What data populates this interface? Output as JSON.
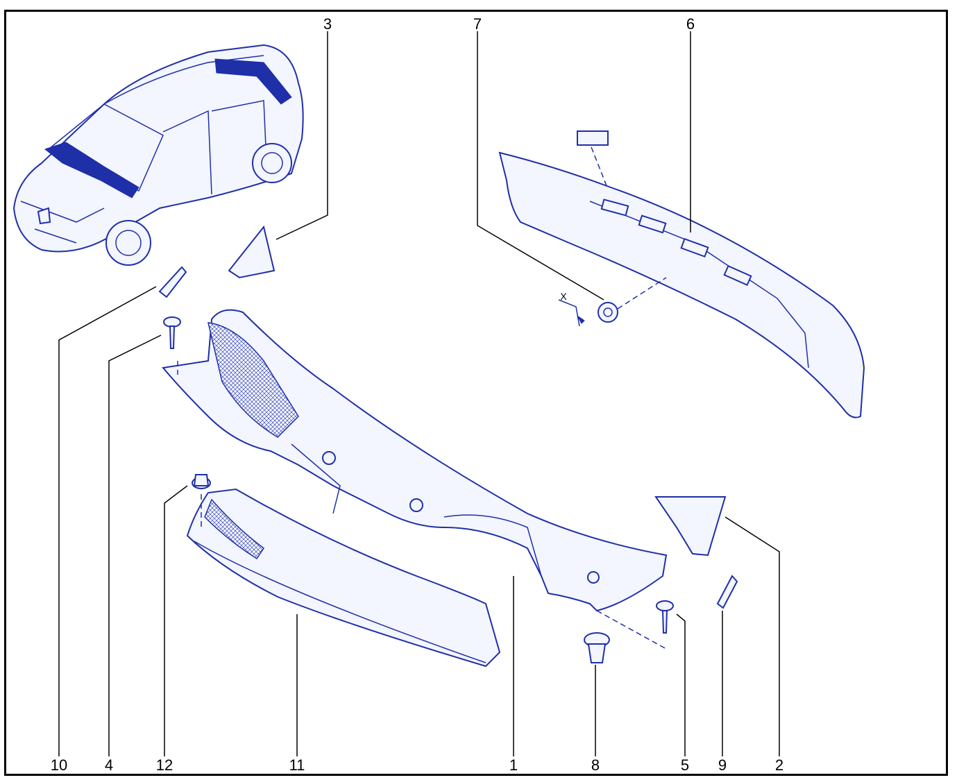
{
  "callouts": [
    {
      "id": "10",
      "text": "10"
    },
    {
      "id": "4",
      "text": "4"
    },
    {
      "id": "12",
      "text": "12"
    },
    {
      "id": "11",
      "text": "11"
    },
    {
      "id": "1",
      "text": "1"
    },
    {
      "id": "8",
      "text": "8"
    },
    {
      "id": "5",
      "text": "5"
    },
    {
      "id": "9",
      "text": "9"
    },
    {
      "id": "2",
      "text": "2"
    },
    {
      "id": "3",
      "text": "3"
    },
    {
      "id": "7",
      "text": "7"
    },
    {
      "id": "6",
      "text": "6"
    }
  ],
  "annotation_x": "X",
  "colors": {
    "line": "#1f2fa8",
    "fill": "#f3f5ff",
    "frame": "#000000"
  }
}
